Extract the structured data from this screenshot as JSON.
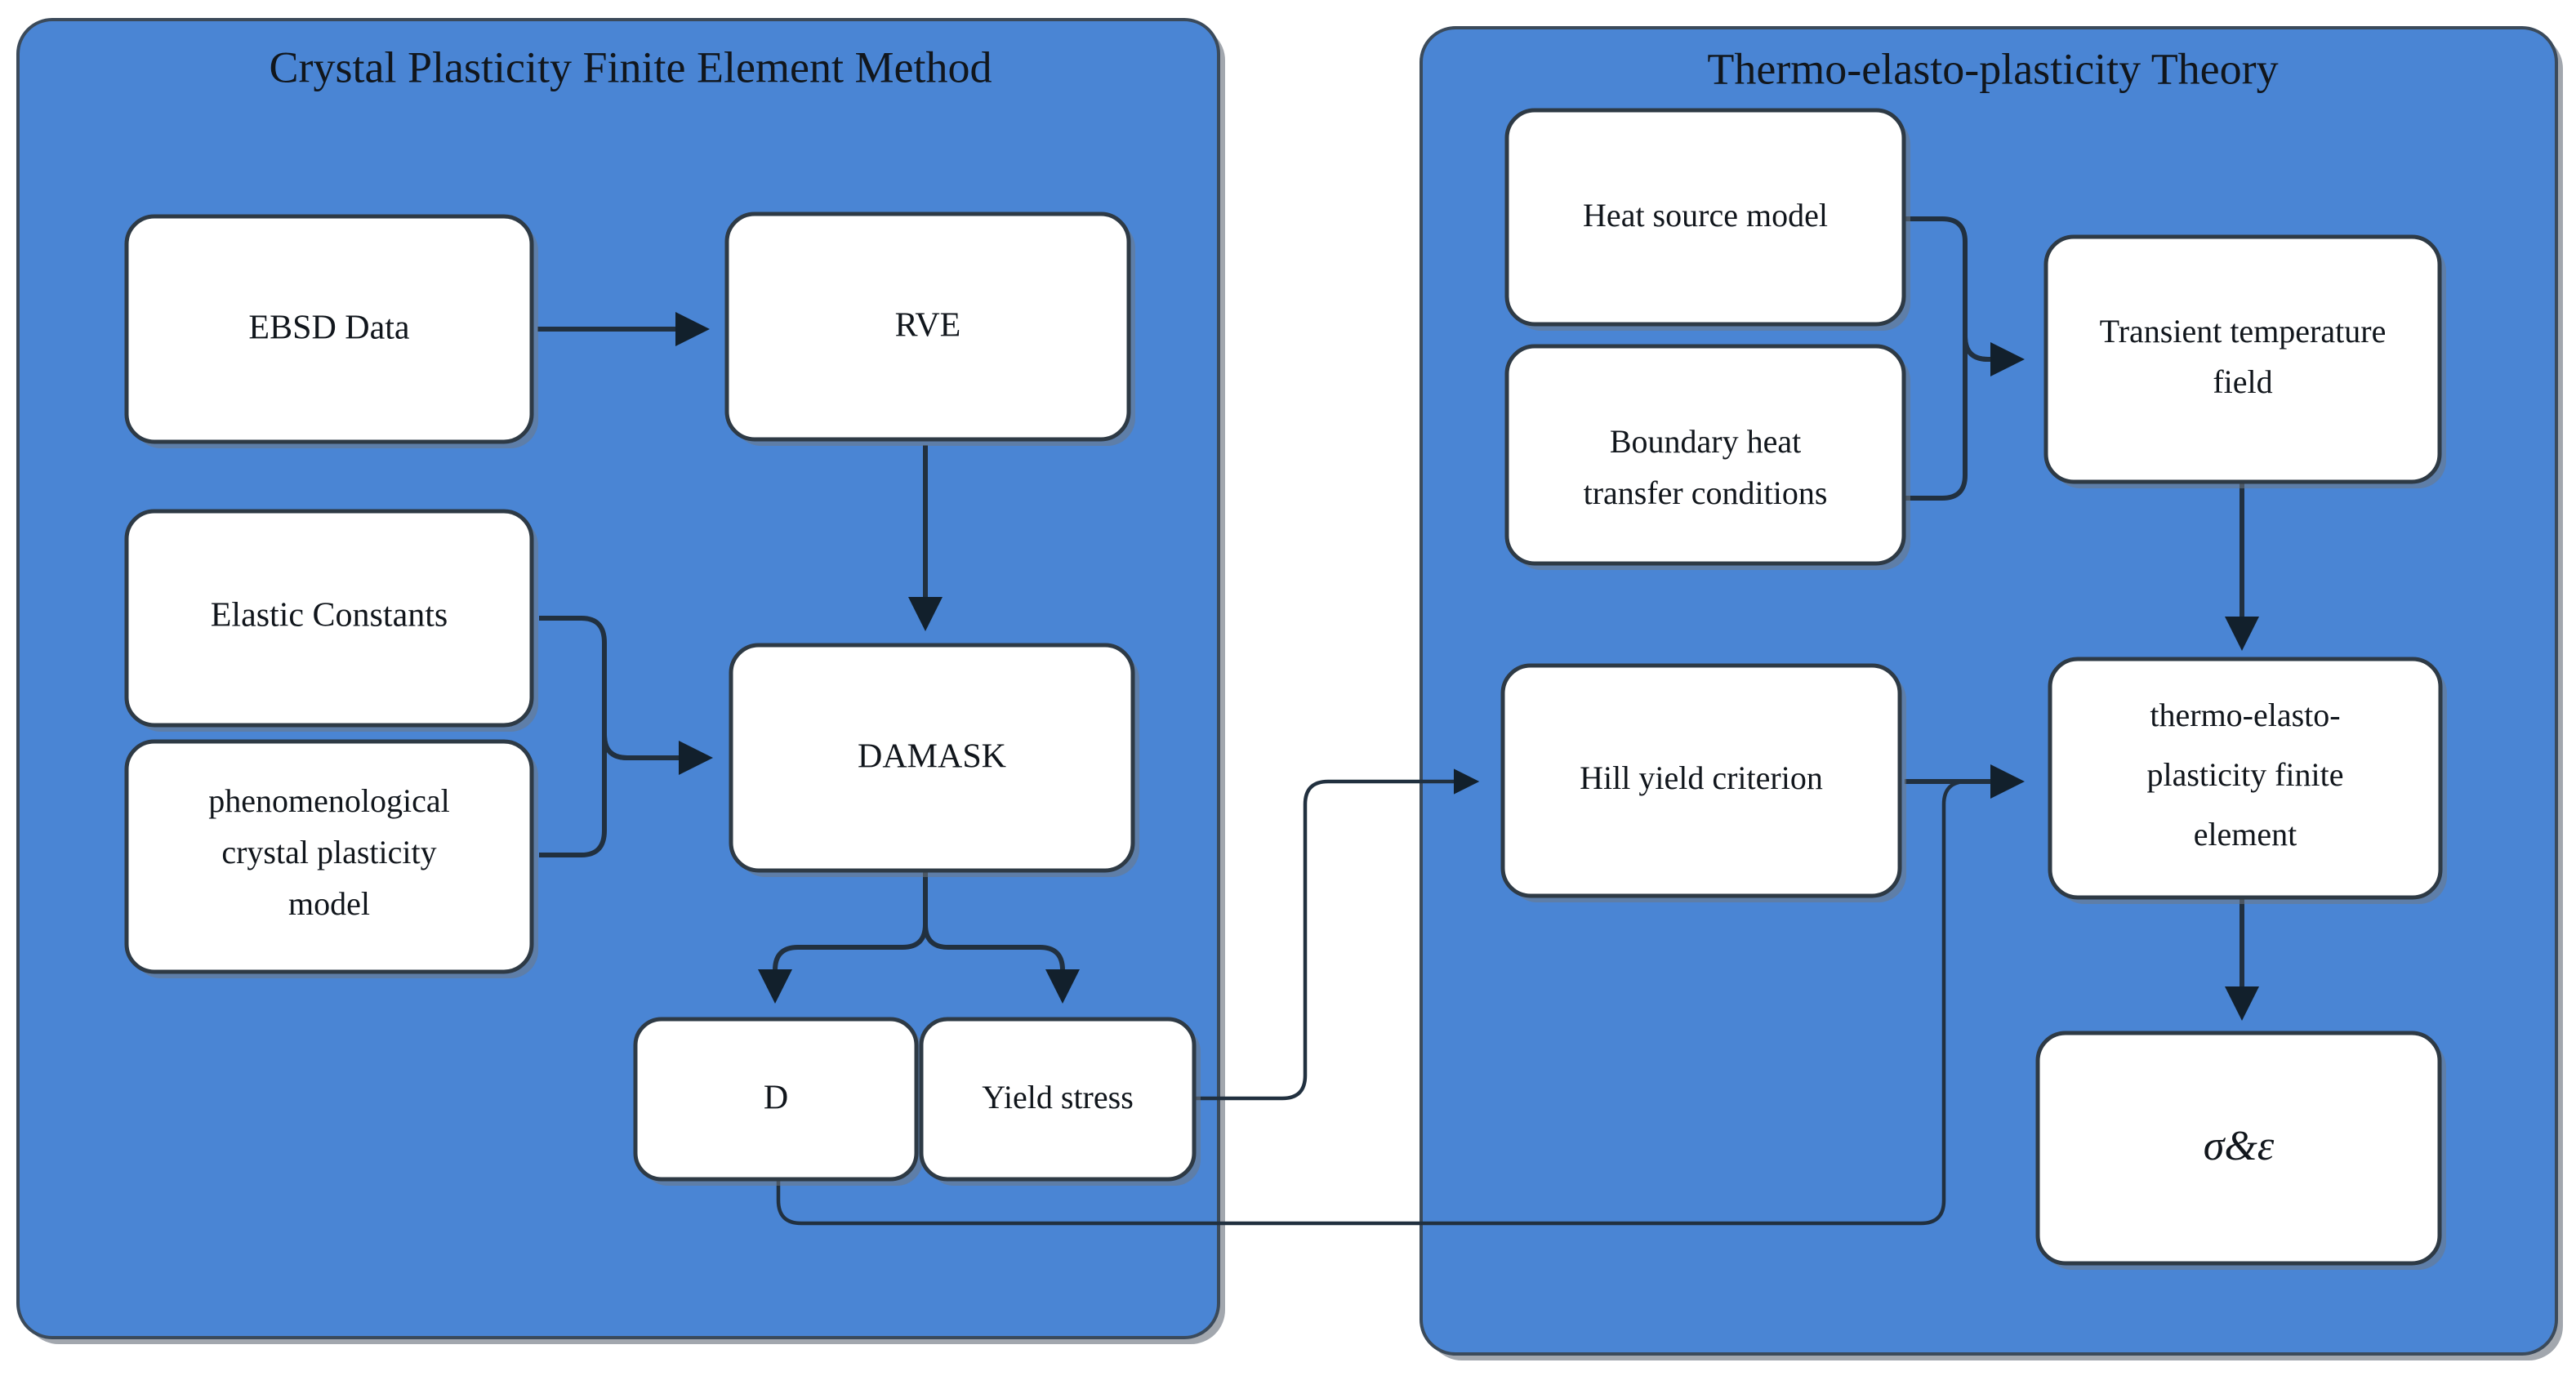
{
  "diagram": {
    "title_left": "Crystal Plasticity Finite Element Method",
    "title_right": "Thermo-elasto-plasticity Theory",
    "panel_color": "#4a85d4",
    "node_fill": "#ffffff",
    "node_stroke": "#2e3a45",
    "edge_color": "#21303f"
  },
  "left_panel": {
    "title": "Crystal Plasticity Finite Element Method",
    "nodes": {
      "ebsd": "EBSD Data",
      "rve": "RVE",
      "elastic": "Elastic Constants",
      "pheno_l1": "phenomenological",
      "pheno_l2": "crystal  plasticity",
      "pheno_l3": "model",
      "damask": "DAMASK",
      "d": "D",
      "yield": "Yield stress"
    }
  },
  "right_panel": {
    "title": "Thermo-elasto-plasticity Theory",
    "nodes": {
      "heat_source": "Heat source model",
      "boundary_l1": "Boundary heat",
      "boundary_l2": "transfer conditions",
      "transient_l1": "Transient temperature",
      "transient_l2": "field",
      "hill": "Hill yield criterion",
      "tep_l1": "thermo-elasto-",
      "tep_l2": "plasticity finite",
      "tep_l3": "element",
      "sigma_eps": "σ&ε"
    }
  },
  "edges": [
    {
      "id": "ebsd-to-rve",
      "from": "EBSD Data",
      "to": "RVE"
    },
    {
      "id": "rve-to-damask",
      "from": "RVE",
      "to": "DAMASK"
    },
    {
      "id": "elastic-to-damask",
      "from": "Elastic Constants",
      "to": "DAMASK"
    },
    {
      "id": "pheno-to-damask",
      "from": "phenomenological crystal  plasticity model",
      "to": "DAMASK"
    },
    {
      "id": "damask-to-d",
      "from": "DAMASK",
      "to": "D"
    },
    {
      "id": "damask-to-yield",
      "from": "DAMASK",
      "to": "Yield stress"
    },
    {
      "id": "yield-to-hill",
      "from": "Yield stress",
      "to": "Hill yield criterion"
    },
    {
      "id": "d-to-tep",
      "from": "D",
      "to": "thermo-elasto-plasticity finite element"
    },
    {
      "id": "heat-source-to-transient",
      "from": "Heat source model",
      "to": "Transient temperature field"
    },
    {
      "id": "boundary-to-transient",
      "from": "Boundary heat transfer conditions",
      "to": "Transient temperature field"
    },
    {
      "id": "transient-to-tep",
      "from": "Transient temperature field",
      "to": "thermo-elasto-plasticity finite element"
    },
    {
      "id": "hill-to-tep",
      "from": "Hill yield criterion",
      "to": "thermo-elasto-plasticity finite element"
    },
    {
      "id": "tep-to-sigma-eps",
      "from": "thermo-elasto-plasticity finite element",
      "to": "σ&ε"
    }
  ]
}
